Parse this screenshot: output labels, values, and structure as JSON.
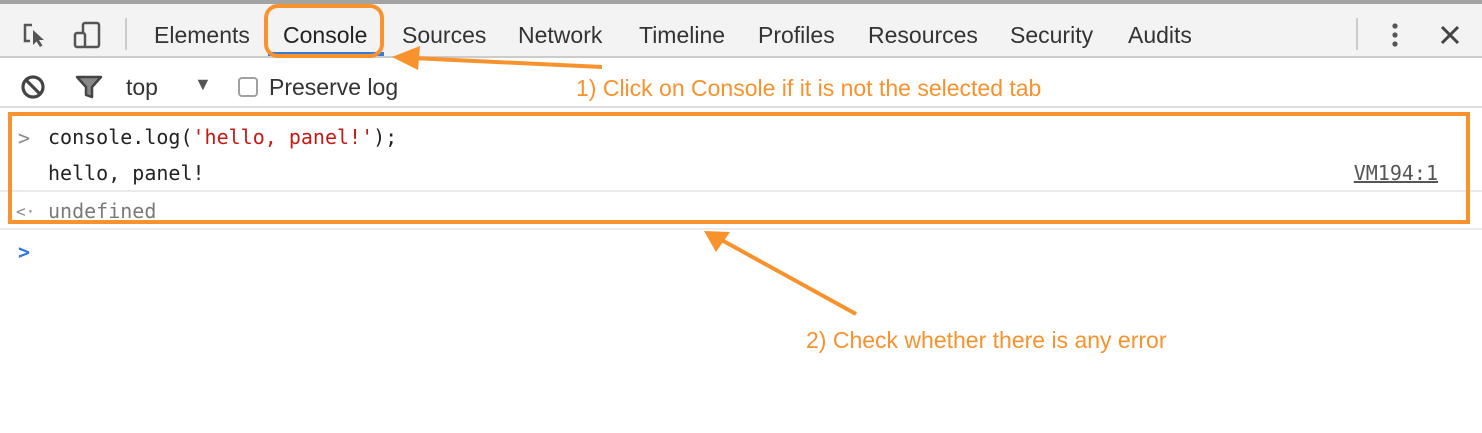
{
  "tabbar": {
    "icons": {
      "inspect": "inspect-element-icon",
      "device": "device-toolbar-icon",
      "more": "more-vertical-icon",
      "close": "close-icon"
    },
    "tabs": [
      {
        "label": "Elements",
        "selected": false
      },
      {
        "label": "Console",
        "selected": true
      },
      {
        "label": "Sources",
        "selected": false
      },
      {
        "label": "Network",
        "selected": false
      },
      {
        "label": "Timeline",
        "selected": false
      },
      {
        "label": "Profiles",
        "selected": false
      },
      {
        "label": "Resources",
        "selected": false
      },
      {
        "label": "Security",
        "selected": false
      },
      {
        "label": "Audits",
        "selected": false
      }
    ],
    "selected_underline_color": "#3879d9"
  },
  "toolbar": {
    "clear_icon": "clear-console-icon",
    "filter_icon": "filter-icon",
    "context": "top",
    "context_arrow": "▼",
    "preserve_log_label": "Preserve log",
    "preserve_log_checked": false
  },
  "console": {
    "entries": [
      {
        "type": "input",
        "prompt": ">",
        "code_prefix": "console.log(",
        "code_string": "'hello, panel!'",
        "code_suffix": ");"
      },
      {
        "type": "log",
        "text": "hello, panel!",
        "source": "VM194:1"
      },
      {
        "type": "result",
        "prompt": "<·",
        "text": "undefined"
      }
    ],
    "active_prompt": ">"
  },
  "annotations": {
    "color": "#f7922d",
    "step1": "1) Click on Console if it is not the selected tab",
    "step2": "2) Check whether there is any error"
  }
}
